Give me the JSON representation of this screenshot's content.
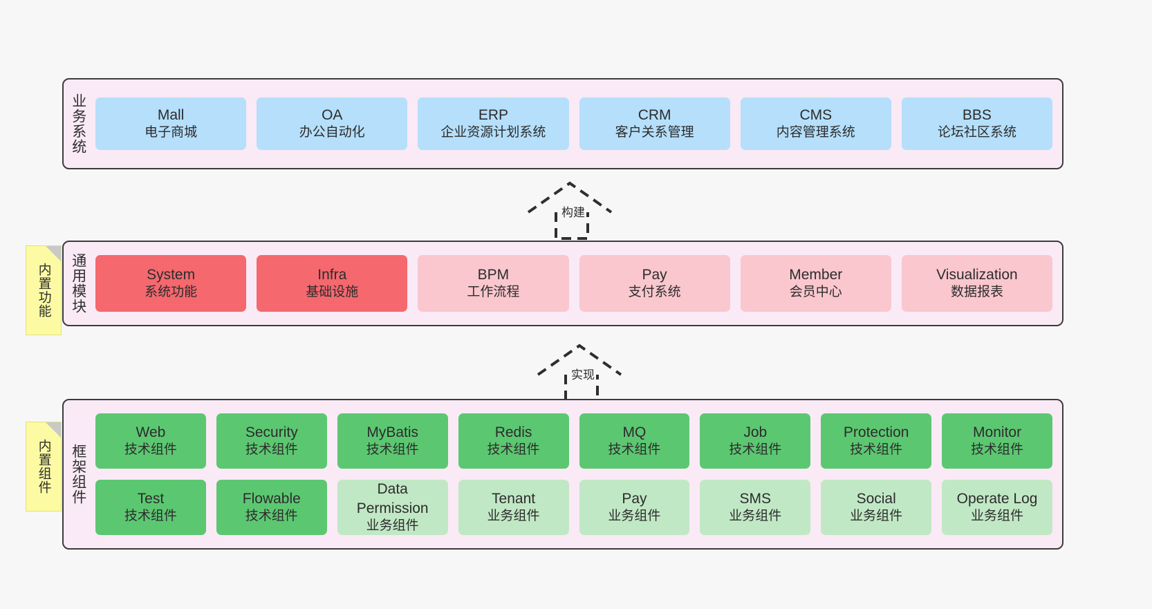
{
  "layers": [
    {
      "id": "business-system",
      "title": "业务系统",
      "nodes": [
        {
          "en": "Mall",
          "cn": "电子商城"
        },
        {
          "en": "OA",
          "cn": "办公自动化"
        },
        {
          "en": "ERP",
          "cn": "企业资源计划系统"
        },
        {
          "en": "CRM",
          "cn": "客户关系管理"
        },
        {
          "en": "CMS",
          "cn": "内容管理系统"
        },
        {
          "en": "BBS",
          "cn": "论坛社区系统"
        }
      ]
    },
    {
      "id": "common-module",
      "title": "通用模块",
      "note": "内置功能",
      "nodes": [
        {
          "en": "System",
          "cn": "系统功能",
          "style": "accent"
        },
        {
          "en": "Infra",
          "cn": "基础设施",
          "style": "accent"
        },
        {
          "en": "BPM",
          "cn": "工作流程",
          "style": "plain"
        },
        {
          "en": "Pay",
          "cn": "支付系统",
          "style": "plain"
        },
        {
          "en": "Member",
          "cn": "会员中心",
          "style": "plain"
        },
        {
          "en": "Visualization",
          "cn": "数据报表",
          "style": "plain"
        }
      ]
    },
    {
      "id": "framework-component",
      "title": "框架组件",
      "note": "内置组件",
      "row1": [
        {
          "en": "Web",
          "cn": "技术组件",
          "style": "tech"
        },
        {
          "en": "Security",
          "cn": "技术组件",
          "style": "tech"
        },
        {
          "en": "MyBatis",
          "cn": "技术组件",
          "style": "tech"
        },
        {
          "en": "Redis",
          "cn": "技术组件",
          "style": "tech"
        },
        {
          "en": "MQ",
          "cn": "技术组件",
          "style": "tech"
        },
        {
          "en": "Job",
          "cn": "技术组件",
          "style": "tech"
        },
        {
          "en": "Protection",
          "cn": "技术组件",
          "style": "tech"
        },
        {
          "en": "Monitor",
          "cn": "技术组件",
          "style": "tech"
        }
      ],
      "row2": [
        {
          "en": "Test",
          "cn": "技术组件",
          "style": "tech"
        },
        {
          "en": "Flowable",
          "cn": "技术组件",
          "style": "tech"
        },
        {
          "en": "Data Permission",
          "cn": "业务组件",
          "style": "biz"
        },
        {
          "en": "Tenant",
          "cn": "业务组件",
          "style": "biz"
        },
        {
          "en": "Pay",
          "cn": "业务组件",
          "style": "biz"
        },
        {
          "en": "SMS",
          "cn": "业务组件",
          "style": "biz"
        },
        {
          "en": "Social",
          "cn": "业务组件",
          "style": "biz"
        },
        {
          "en": "Operate Log",
          "cn": "业务组件",
          "style": "biz"
        }
      ]
    }
  ],
  "connectors": [
    {
      "id": "build",
      "label": "构建"
    },
    {
      "id": "implement",
      "label": "实现"
    }
  ],
  "colors": {
    "canvas": "#f7f7f7",
    "panel": "#f9eaf6",
    "panel_border": "#3b3b3b",
    "business": "#b5dffb",
    "module_accent": "#f4686e",
    "module_plain": "#fac7ce",
    "component_tech": "#5cc771",
    "component_biz": "#c1e8c5",
    "note": "#fcfba3",
    "note_fold": "#c9c9c9",
    "text": "#2c2c2c"
  }
}
